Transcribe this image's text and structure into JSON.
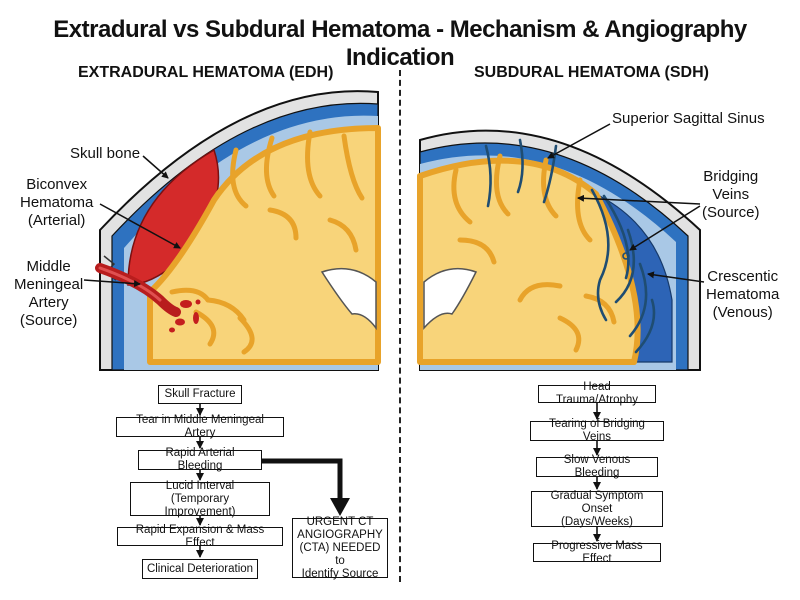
{
  "title": "Extradural vs Subdural Hematoma - Mechanism & Angiography Indication",
  "edh": {
    "heading": "EXTRADURAL HEMATOMA (EDH)",
    "labels": {
      "skull_bone": "Skull bone",
      "biconvex": "Biconvex\nHematoma\n(Arterial)",
      "mma": "Middle\nMeningeal\nArtery\n(Source)"
    },
    "flow": [
      "Skull Fracture",
      "Tear in Middle Meningeal Artery",
      "Rapid Arterial Bleeding",
      "Lucid Interval\n(Temporary Improvement)",
      "Rapid Expansion & Mass Effect",
      "Clinical Deterioration"
    ],
    "cta_box": "URGENT CT\nANGIOGRAPHY\n(CTA) NEEDED to\nIdentify Source"
  },
  "sdh": {
    "heading": "SUBDURAL HEMATOMA (SDH)",
    "labels": {
      "sss": "Superior Sagittal Sinus",
      "bridging": "Bridging\nVeins\n(Source)",
      "crescentic": "Crescentic\nHematoma\n(Venous)"
    },
    "flow": [
      "Head Trauma/Atrophy",
      "Tearing of Bridging Veins",
      "Slow Venous Bleeding",
      "Gradual Symptom Onset\n(Days/Weeks)",
      "Progressive Mass Effect"
    ]
  },
  "colors": {
    "skull": "#e2e2e2",
    "dura": "#2e72c0",
    "brain": "#f8d47a",
    "brain_outline": "#e8a32a",
    "arterial_blood": "#d42a2a",
    "venous_blood": "#2d64b6",
    "vein": "#1f4d72"
  }
}
